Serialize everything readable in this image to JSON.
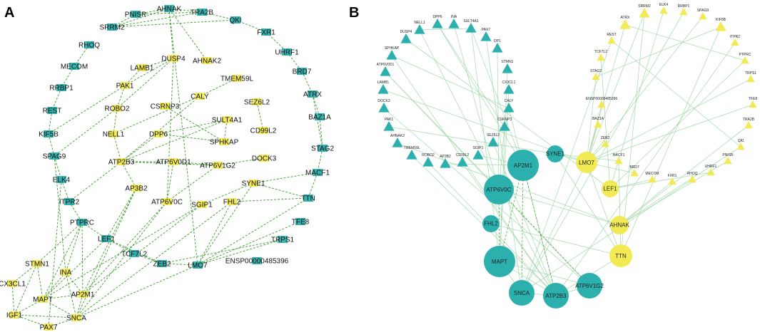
{
  "panels": {
    "a": {
      "letter": "A"
    },
    "b": {
      "letter": "B"
    }
  },
  "colors": {
    "teal": "#2bb0ad",
    "yellow": "#f2ea54",
    "edge_dashed": "#3d9d2c",
    "edge_light": "#9fd7a8"
  },
  "network_a": {
    "nodes": [
      {
        "id": "AHNAK",
        "color": "teal"
      },
      {
        "id": "PNISR",
        "color": "teal"
      },
      {
        "id": "TRA2B",
        "color": "teal"
      },
      {
        "id": "SRRM2",
        "color": "teal"
      },
      {
        "id": "QKI",
        "color": "teal"
      },
      {
        "id": "FXR1",
        "color": "teal"
      },
      {
        "id": "RHOQ",
        "color": "teal"
      },
      {
        "id": "UHRF1",
        "color": "teal"
      },
      {
        "id": "DUSP4",
        "color": "yellow"
      },
      {
        "id": "MECOM",
        "color": "teal"
      },
      {
        "id": "LAMB1",
        "color": "yellow"
      },
      {
        "id": "AHNAK2",
        "color": "yellow"
      },
      {
        "id": "BRD7",
        "color": "teal"
      },
      {
        "id": "RRBP1",
        "color": "teal"
      },
      {
        "id": "PAK1",
        "color": "yellow"
      },
      {
        "id": "TMEM59L",
        "color": "yellow"
      },
      {
        "id": "ATRX",
        "color": "teal"
      },
      {
        "id": "REST",
        "color": "teal"
      },
      {
        "id": "ROBO2",
        "color": "yellow"
      },
      {
        "id": "CALY",
        "color": "yellow"
      },
      {
        "id": "CSRNP3",
        "color": "yellow"
      },
      {
        "id": "SEZ6L2",
        "color": "yellow"
      },
      {
        "id": "BAZ1A",
        "color": "teal"
      },
      {
        "id": "SULT4A1",
        "color": "yellow"
      },
      {
        "id": "KIF5B",
        "color": "teal"
      },
      {
        "id": "NELL1",
        "color": "yellow"
      },
      {
        "id": "CD99L2",
        "color": "yellow"
      },
      {
        "id": "DPP6",
        "color": "yellow"
      },
      {
        "id": "SPHKAP",
        "color": "yellow"
      },
      {
        "id": "SPAG9",
        "color": "teal"
      },
      {
        "id": "STAG2",
        "color": "teal"
      },
      {
        "id": "DOCK3",
        "color": "yellow"
      },
      {
        "id": "ATP2B3",
        "color": "yellow"
      },
      {
        "id": "ATP6V0D1",
        "color": "yellow"
      },
      {
        "id": "ATP6V1G2",
        "color": "yellow"
      },
      {
        "id": "ELK4",
        "color": "teal"
      },
      {
        "id": "MACF1",
        "color": "teal"
      },
      {
        "id": "SYNE1",
        "color": "yellow"
      },
      {
        "id": "AP3B2",
        "color": "yellow"
      },
      {
        "id": "ITPR2",
        "color": "teal"
      },
      {
        "id": "TTN",
        "color": "teal"
      },
      {
        "id": "ATP6V0C",
        "color": "yellow"
      },
      {
        "id": "FHL2",
        "color": "yellow"
      },
      {
        "id": "SGIP1",
        "color": "yellow"
      },
      {
        "id": "PTPRC",
        "color": "teal"
      },
      {
        "id": "TFE8",
        "color": "teal"
      },
      {
        "id": "LEF1",
        "color": "teal"
      },
      {
        "id": "TRPS1",
        "color": "teal"
      },
      {
        "id": "TCF7L2",
        "color": "teal"
      },
      {
        "id": "STMN1",
        "color": "yellow"
      },
      {
        "id": "ZEB2",
        "color": "teal"
      },
      {
        "id": "LMO7",
        "color": "teal"
      },
      {
        "id": "ENSP00000485396",
        "color": "teal"
      },
      {
        "id": "INA",
        "color": "yellow"
      },
      {
        "id": "CX3CL1",
        "color": "yellow"
      },
      {
        "id": "MAPT",
        "color": "yellow"
      },
      {
        "id": "AP2M1",
        "color": "yellow"
      },
      {
        "id": "IGF1",
        "color": "yellow"
      },
      {
        "id": "SNCA",
        "color": "yellow"
      },
      {
        "id": "PAX7",
        "color": "yellow"
      }
    ]
  },
  "network_b": {
    "triangles_left": [
      "NELL1",
      "DPP6",
      "INA",
      "SULT4A1",
      "PAX7",
      "DUSP4",
      "DP1",
      "SPHKAP",
      "STMN1",
      "ATP6V0D1",
      "CX3CL1",
      "LAMB1",
      "CALY",
      "DOCK3",
      "CSRNP3",
      "PAK1",
      "SEZ6L2",
      "AHNAK2",
      "SGIP1",
      "TMEM59L",
      "CD99L2",
      "ROBO2",
      "AP3B2"
    ],
    "triangles_right": [
      "SRRM2",
      "ELK4",
      "RRBP1",
      "SPAG9",
      "ATRX",
      "KIF5B",
      "REST",
      "ITPR2",
      "TCF7L2",
      "PTPRC",
      "STAG2",
      "TRPS1",
      "ENSP00000485396",
      "TFE8",
      "BAZ1A",
      "TRA2B",
      "ZEB2",
      "QKI",
      "MACF1",
      "PNISR",
      "BRD7",
      "MECOM",
      "FXR1",
      "RHOQ",
      "UHRF1"
    ],
    "circles": [
      {
        "id": "AP2M1",
        "color": "teal",
        "size": "large"
      },
      {
        "id": "ATP6V0C",
        "color": "teal",
        "size": "large"
      },
      {
        "id": "SYNE1",
        "color": "teal",
        "size": "small"
      },
      {
        "id": "LMO7",
        "color": "yellow",
        "size": "medium"
      },
      {
        "id": "LEF1",
        "color": "yellow",
        "size": "small"
      },
      {
        "id": "FHL2",
        "color": "teal",
        "size": "small"
      },
      {
        "id": "AHNAK",
        "color": "yellow",
        "size": "small"
      },
      {
        "id": "MAPT",
        "color": "teal",
        "size": "large"
      },
      {
        "id": "TTN",
        "color": "yellow",
        "size": "medium"
      },
      {
        "id": "SNCA",
        "color": "teal",
        "size": "medium"
      },
      {
        "id": "ATP2B3",
        "color": "teal",
        "size": "medium"
      },
      {
        "id": "ATP6V1G2",
        "color": "teal",
        "size": "medium"
      }
    ]
  }
}
